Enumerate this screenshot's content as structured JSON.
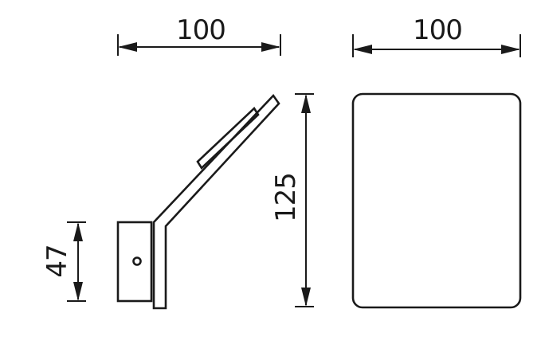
{
  "dimensions": {
    "side_width": "100",
    "front_width": "100",
    "height": "125",
    "mount_height": "47"
  },
  "colors": {
    "line": "#1a1a1a",
    "background": "#ffffff"
  }
}
